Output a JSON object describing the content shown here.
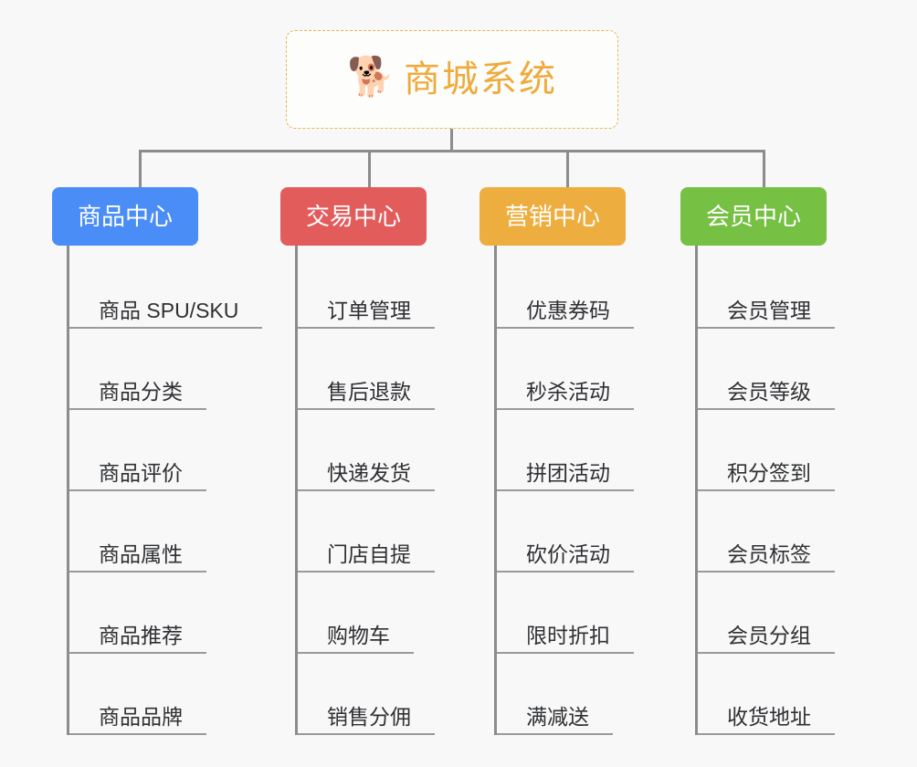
{
  "page": {
    "background_color": "#f8f8f8",
    "type": "mindmap"
  },
  "root": {
    "icon": "shiba-dog-face-icon",
    "icon_glyph": "🐕",
    "title": "商城系统",
    "text_color": "#eeab3b",
    "border_color": "#e9b44c",
    "background_color": "#fdfdfc"
  },
  "columns": [
    {
      "header": "商品中心",
      "color": "#4a8df6",
      "items": [
        "商品 SPU/SKU",
        "商品分类",
        "商品评价",
        "商品属性",
        "商品推荐",
        "商品品牌"
      ]
    },
    {
      "header": "交易中心",
      "color": "#e25c5c",
      "items": [
        "订单管理",
        "售后退款",
        "快递发货",
        "门店自提",
        "购物车",
        "销售分佣"
      ]
    },
    {
      "header": "营销中心",
      "color": "#eeae3f",
      "items": [
        "优惠券码",
        "秒杀活动",
        "拼团活动",
        "砍价活动",
        "限时折扣",
        "满减送"
      ]
    },
    {
      "header": "会员中心",
      "color": "#76c043",
      "items": [
        "会员管理",
        "会员等级",
        "积分签到",
        "会员标签",
        "会员分组",
        "收货地址"
      ]
    }
  ],
  "connector_color": "#8c8c8c",
  "leaf_underline_color": "#9a9a9a",
  "leaf_text_color": "#2f3033"
}
